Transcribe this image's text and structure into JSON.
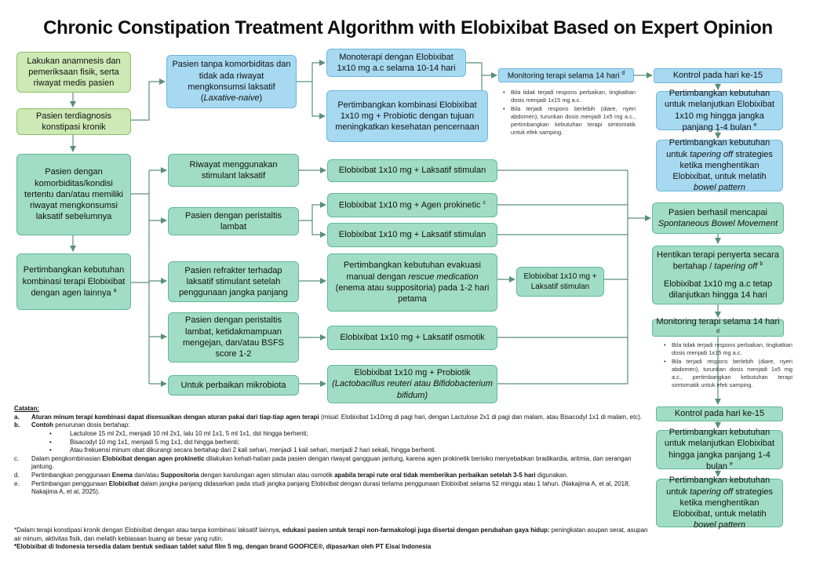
{
  "title": "Chronic Constipation Treatment Algorithm with Elobixibat Based on Expert Opinion",
  "left": {
    "anamnesis": "Lakukan anamnesis dan pemeriksaan fisik, serta riwayat medis pasien",
    "diagnosed": "Pasien terdiagnosis konstipasi kronik",
    "comorbid": "Pasien dengan komorbiditas/kondisi tertentu dan/atau memiliki riwayat mengkonsumsi laksatif sebelumnya",
    "consider_combo": "Pertimbangkan kebutuhan kombinasi terapi Elobixibat dengan agen lainnya",
    "consider_combo_sup": "a"
  },
  "naive": {
    "text": "Pasien tanpa komorbiditas dan tidak ada riwayat mengkonsumsi laksatif",
    "tag": "Laxative-naive",
    "mono": "Monoterapi dengan Elobixibat 1x10 mg a.c selama 10-14 hari",
    "probiotic": "Pertimbangkan kombinasi Elobixibat 1x10 mg + Probiotic dengan tujuan meningkatkan kesehatan pencernaan",
    "monitor": "Monitoring terapi selama 14 hari",
    "monitor_sup": "d",
    "bullets": [
      "Bila tidak terjadi respons perbaikan, tingkatkan dosis menjadi 1x15 mg a.c.",
      "Bila terjadi respons berlebih (diare, nyeri abdomen), turunkan dosis menjadi 1x5 mg a.c., pertimbangkan kebutuhan terapi simtomatik untuk efek samping."
    ]
  },
  "top_right": {
    "kontrol": "Kontrol pada hari ke-15",
    "continue": "Pertimbangkan kebutuhan untuk melanjutkan Elobixibat 1x10 mg hingga jangka panjang 1-4 bulan",
    "continue_sup": "e",
    "taper_a": "Pertimbangkan kebutuhan untuk",
    "taper_i": "tapering off",
    "taper_b": "strategies ketika menghentikan Elobixibat, untuk melatih",
    "taper_c": "bowel pattern"
  },
  "mid": {
    "hist_stim": "Riwayat menggunakan stimulant laksatif",
    "peristalsis": "Pasien dengan peristaltis lambat",
    "refractory": "Pasien refrakter terhadap laksatif stimulant setelah penggunaan jangka panjang",
    "slow_bsfs": "Pasien dengan peristaltis lambat, ketidakmampuan mengejan, dan/atau BSFS score 1-2",
    "microbiota": "Untuk perbaikan mikrobiota",
    "tx_stim1": "Elobixibat 1x10 mg + Laksatif stimulan",
    "tx_prokinetic": "Elobixibat 1x10 mg + Agen prokinetic",
    "tx_prokinetic_sup": "c",
    "tx_stim2": "Elobixibat 1x10 mg + Laksatif stimulan",
    "evac_a": "Pertimbangkan kebutuhan evakuasi manual dengan",
    "evac_i": "rescue medication",
    "evac_b": "(enema atau suppositoria) pada 1-2 hari petama",
    "evac_next": "Elobixibat 1x10 mg + Laksatif stimulan",
    "tx_osmotic": "Elobixibat 1x10 mg + Laksatif osmotik",
    "tx_probiotic": "Elobixibat 1x10 mg + Probiotik",
    "tx_probiotic_i": "(Lactobacillus reuteri atau Bifidobacterium bifidum)"
  },
  "right": {
    "success": "Pasien berhasil mencapai",
    "success_i": "Spontaneous Bowel Movement",
    "stop_a": "Hentikan terapi penyerta secara bertahap /",
    "stop_i": "tapering off",
    "stop_sup": "b",
    "stop_b": "Elobixibat 1x10 mg a.c tetap dilanjutkan hingga 14 hari",
    "monitor": "Monitoring terapi selama 14 hari",
    "monitor_sup": "d",
    "bullets": [
      "Bila tidak terjadi respons perbaikan, tingkatkan dosis menjadi 1x15 mg a.c.",
      "Bila terjadi respons berlebih (diare, nyeri abdomen), turunkan dosis menjadi 1x5 mg a.c., pertimbangkan kebutuhan terapi simtomatik untuk efek samping."
    ],
    "kontrol": "Kontrol pada hari ke-15",
    "continue": "Pertimbangkan kebutuhan untuk melanjutkan Elobixibat hingga jangka panjang 1-4 bulan",
    "continue_sup": "e",
    "taper_a": "Pertimbangkan kebutuhan untuk",
    "taper_i": "tapering off",
    "taper_b": "strategies ketika menghentikan Elobixibat, untuk melatih",
    "taper_c": "bowel pattern"
  },
  "notes": {
    "header": "Catatan:",
    "a_label": "a.",
    "a_bold": "Aturan minum terapi kombinasi dapat disesuaikan dengan aturan pakai dari tiap-tiap agen terapi",
    "a_rest": "(misal: Elobixibat 1x10mg di pagi hari, dengan Lactulose 2x1 di pagi dan malam, atau Bisacodyl 1x1 di malam, etc).",
    "b_label": "b.",
    "b_bold": "Contoh",
    "b_rest": "penurunan dosis bertahap:",
    "b_items": [
      "Lactulose 15 ml 2x1, menjadi 10 ml 2x1, lalu 10 ml 1x1, 5 ml 1x1, dst hingga berhenti;",
      "Bisacodyl 10 mg 1x1, menjadi 5 mg 1x1, dst hingga berhenti;",
      "Atau frekuensi minum obat dikurangi secara bertahap dari 2 kali sehari, menjadi 1 kali sehari, menjadi 2 hari sekali, hingga berhenti."
    ],
    "c_label": "c.",
    "c_a": "Dalam pengkombinasian",
    "c_bold": "Elobixibat dengan agen prokinetic",
    "c_rest": "dilakukan kehati-hatian pada pasien dengan riwayat gangguan jantung, karena agen prokinetik berisiko menyebabkan bradikardia, aritmia, dan serangan jantung.",
    "d_label": "d.",
    "d_a": "Pertimbangkan penggunaan",
    "d_b1": "Enema",
    "d_c": "dan/atau",
    "d_b2": "Suppositoria",
    "d_d": "dengan kandungan agen stimulan atau osmotik",
    "d_b3": "apabila terapi rute oral tidak memberikan perbaikan setelah 3-5 hari",
    "d_e": "digunakan.",
    "e_label": "e.",
    "e_a": "Pertimbangan penggunaan",
    "e_bold": "Elobixibat",
    "e_rest": "dalam jangka panjang didasarkan pada studi jangka panjang Elobixibat dengan durasi terlama penggunaan Elobixibat selama 52 minggu atau 1 tahun. (Nakajima A, et al, 2018; Nakajima A, et al, 2025)."
  },
  "footer": {
    "f1_a": "*Dalam terapi konstipasi kronik dengan Elobixibat dengan atau tanpa kombinasi laksatif lainnya,",
    "f1_bold": "edukasi pasien untuk terapi non-farmakologi juga disertai dengan perubahan gaya hidup:",
    "f1_rest": "peningkatan asupan serat, asupan air minum, aktivitas fisik, dan melatih kebiasaan buang air besar yang rutin.",
    "f2": "*Elobixibat di Indonesia tersedia dalam bentuk sediaan tablet salut film 5 mg, dengan brand GOOFICE®, dipasarkan oleh PT Eisai Indonesia"
  },
  "colors": {
    "green": "#cde9b5",
    "blue": "#a7d9f1",
    "teal": "#a1dcc6",
    "line": "#5a8f7a"
  }
}
